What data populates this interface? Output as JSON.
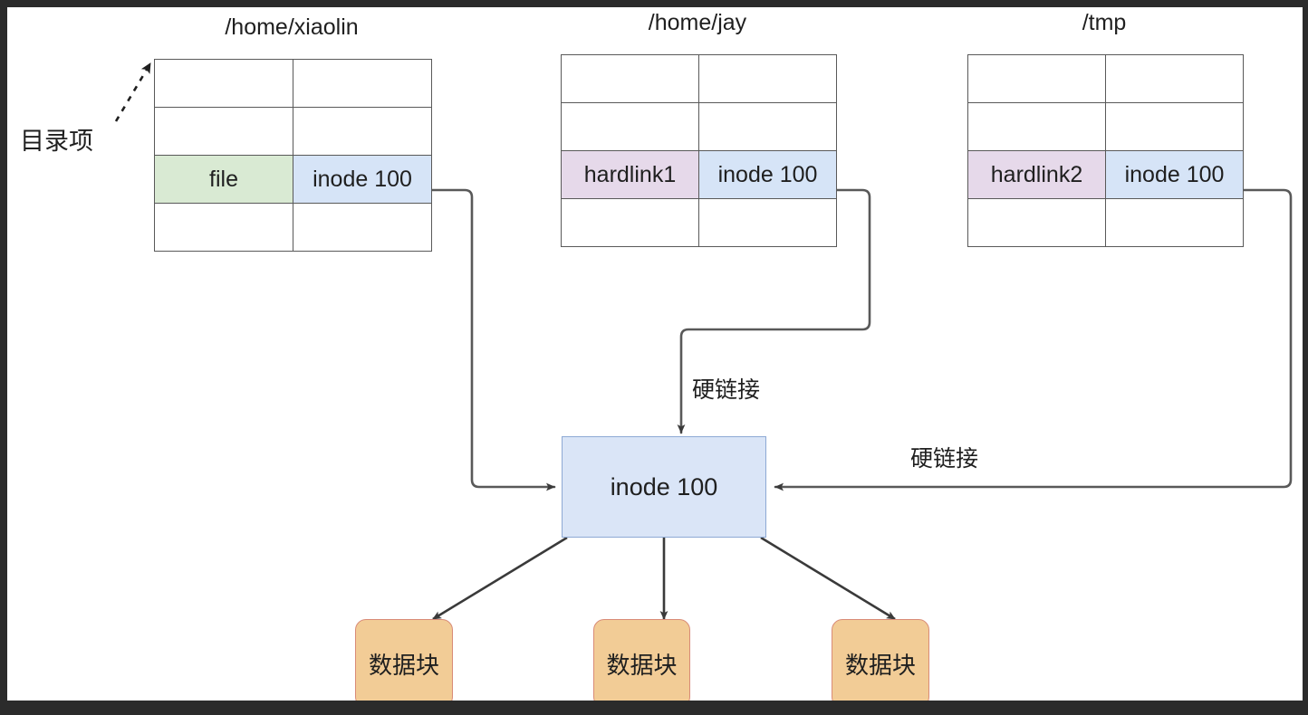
{
  "canvas": {
    "frame_color": "#2b2b2b",
    "background": "#ffffff"
  },
  "palette": {
    "name_cell_green": "#d9ead3",
    "name_cell_purple": "#e6d9ea",
    "inode_cell_blue": "#d6e4f7",
    "inode_node_fill": "#dae5f7",
    "inode_node_border": "#8da9d4",
    "data_block_fill": "#f2cc96",
    "data_block_border": "#d98b77",
    "line_color": "#595959",
    "text_color": "#1f1f1f"
  },
  "annotations": {
    "directory_entry_label": "目录项"
  },
  "directories": [
    {
      "key": "xiaolin",
      "title": "/home/xiaolin",
      "rows": [
        {
          "name": "",
          "inode": "",
          "highlight": "none"
        },
        {
          "name": "",
          "inode": "",
          "highlight": "none"
        },
        {
          "name": "file",
          "inode": "inode 100",
          "highlight": "green"
        },
        {
          "name": "",
          "inode": "",
          "highlight": "none"
        }
      ]
    },
    {
      "key": "jay",
      "title": "/home/jay",
      "rows": [
        {
          "name": "",
          "inode": "",
          "highlight": "none"
        },
        {
          "name": "",
          "inode": "",
          "highlight": "none"
        },
        {
          "name": "hardlink1",
          "inode": "inode 100",
          "highlight": "purple"
        },
        {
          "name": "",
          "inode": "",
          "highlight": "none"
        }
      ]
    },
    {
      "key": "tmp",
      "title": "/tmp",
      "rows": [
        {
          "name": "",
          "inode": "",
          "highlight": "none"
        },
        {
          "name": "",
          "inode": "",
          "highlight": "none"
        },
        {
          "name": "hardlink2",
          "inode": "inode 100",
          "highlight": "purple"
        },
        {
          "name": "",
          "inode": "",
          "highlight": "none"
        }
      ]
    }
  ],
  "inode_node": {
    "label": "inode 100"
  },
  "edge_labels": {
    "hardlink_center": "硬链接",
    "hardlink_right": "硬链接"
  },
  "data_blocks": [
    {
      "label": "数据块"
    },
    {
      "label": "数据块"
    },
    {
      "label": "数据块"
    }
  ]
}
